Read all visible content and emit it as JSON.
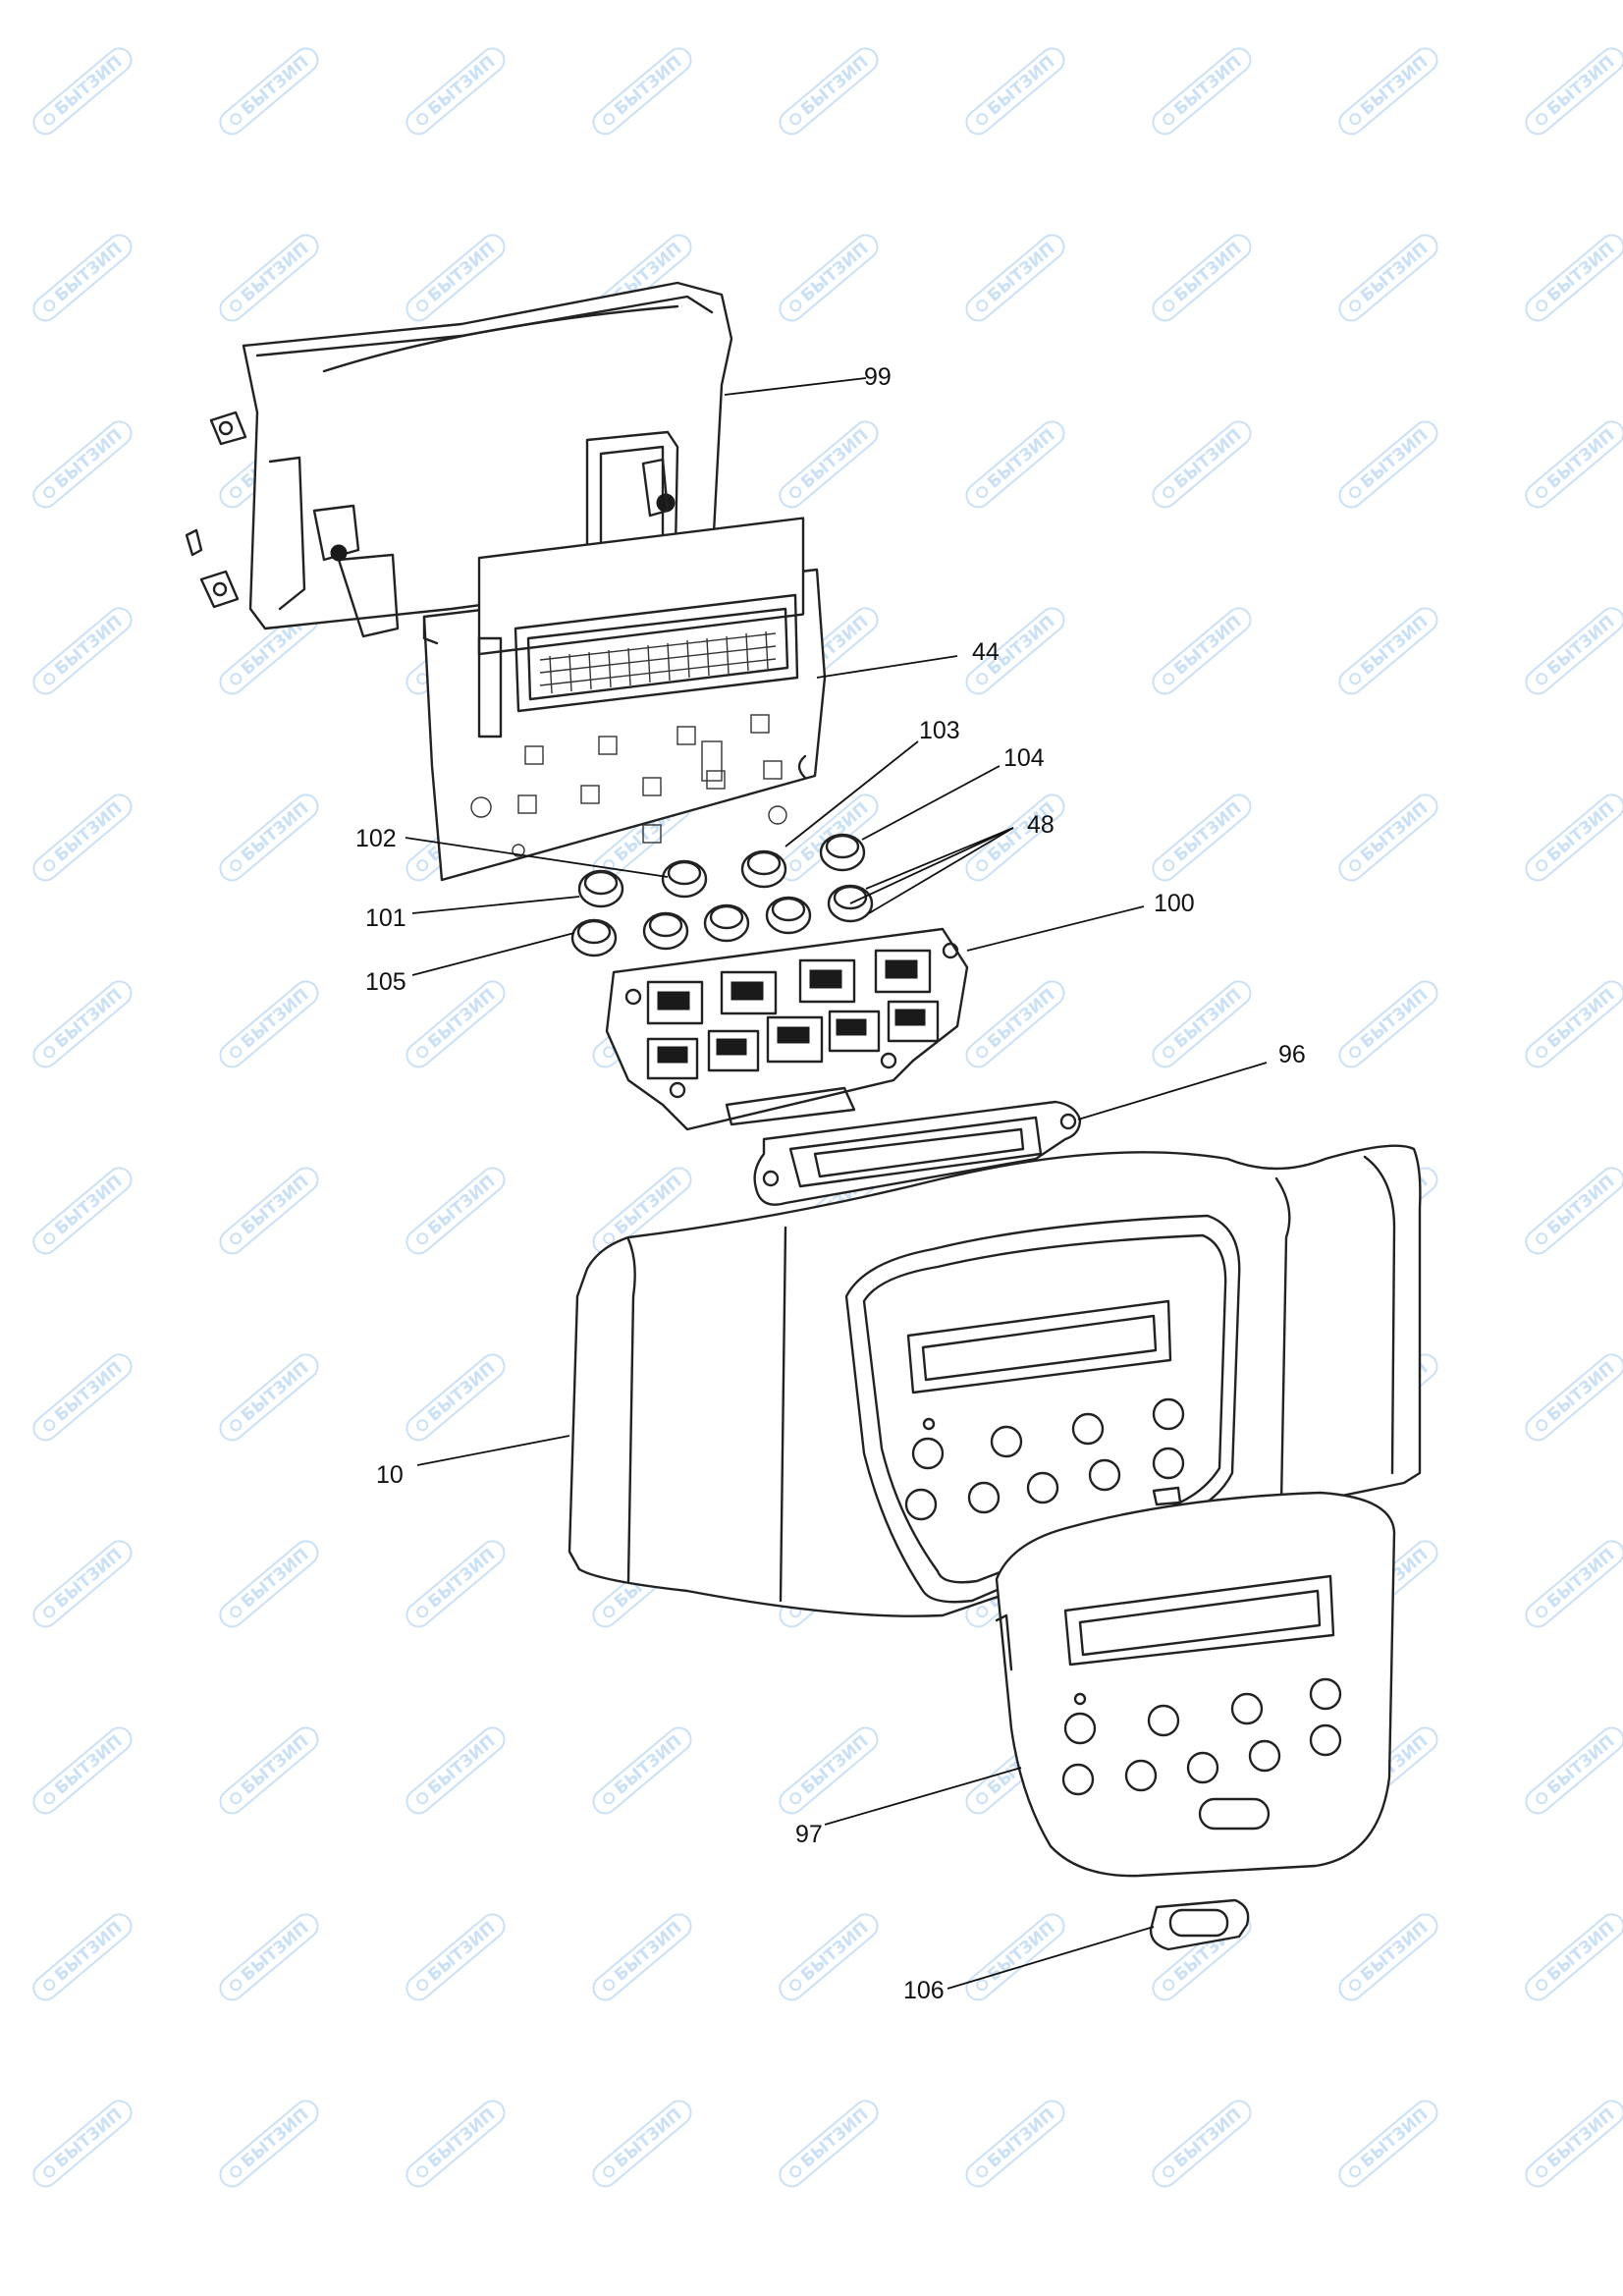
{
  "watermark": {
    "text": "БЫТЗИП",
    "color": "#9ec8f2",
    "columns": 9,
    "rows": 12
  },
  "callouts": [
    {
      "id": "99",
      "text": "99"
    },
    {
      "id": "44",
      "text": "44"
    },
    {
      "id": "103",
      "text": "103"
    },
    {
      "id": "104",
      "text": "104"
    },
    {
      "id": "48",
      "text": "48"
    },
    {
      "id": "102",
      "text": "102"
    },
    {
      "id": "101",
      "text": "101"
    },
    {
      "id": "100",
      "text": "100"
    },
    {
      "id": "105",
      "text": "105"
    },
    {
      "id": "96",
      "text": "96"
    },
    {
      "id": "10",
      "text": "10"
    },
    {
      "id": "97",
      "text": "97"
    },
    {
      "id": "106",
      "text": "106"
    }
  ]
}
